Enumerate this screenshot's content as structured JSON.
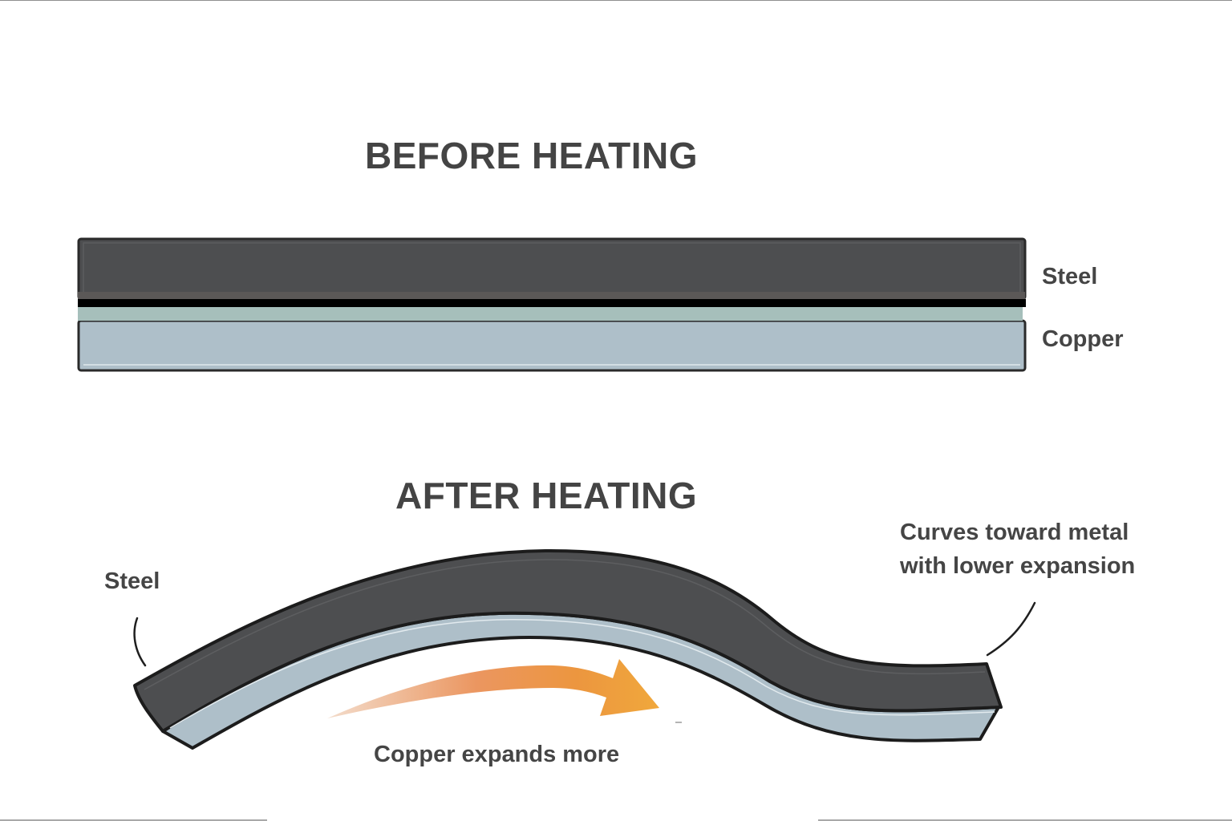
{
  "before": {
    "title": "BEFORE HEATING",
    "labels": {
      "steel": "Steel",
      "copper": "Copper"
    }
  },
  "after": {
    "title": "AFTER HEATING",
    "labels": {
      "steel": "Steel",
      "arrow_caption": "Copper expands more",
      "curve_note_line1": "Curves toward metal",
      "curve_note_line2": "with lower expansion"
    }
  },
  "colors": {
    "steel": "#4d4e50",
    "copper": "#aebfc9",
    "bond": "#a6bfbb",
    "outline": "#1c1c1c",
    "text": "#444444",
    "arrow_start": "#f0d2bb",
    "arrow_mid": "#eb8f52",
    "arrow_end": "#efa43d"
  }
}
